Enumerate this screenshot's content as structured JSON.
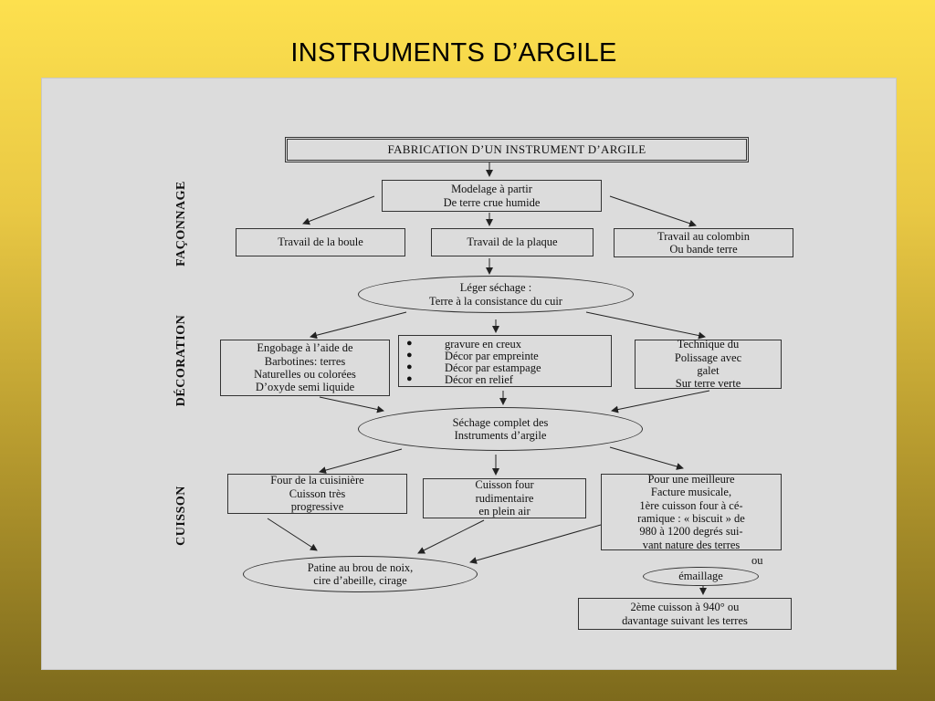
{
  "slide": {
    "title": "INSTRUMENTS D’ARGILE"
  },
  "diagram": {
    "sections": {
      "faconnage": "FAÇONNAGE",
      "decoration": "DÉCORATION",
      "cuisson": "CUISSON"
    },
    "header": "FABRICATION D’UN INSTRUMENT D’ARGILE",
    "modelage": "Modelage à partir\nDe terre crue humide",
    "travail_boule": "Travail de la boule",
    "travail_plaque": "Travail de la plaque",
    "travail_colombin": "Travail au colombin\nOu bande  terre",
    "leger_sechage": "Léger séchage :\nTerre à la consistance du cuir",
    "engobage": "Engobage à l’aide de\nBarbotines: terres\nNaturelles ou colorées\nD’oxyde semi liquide",
    "decor_items": [
      "gravure en creux",
      "Décor par empreinte",
      "Décor par estampage",
      "Décor en relief"
    ],
    "polissage": "Technique du\nPolissage avec\ngalet\nSur terre verte",
    "sechage_complet": "Séchage complet des\nInstruments d’argile",
    "four_cuisiniere": "Four de la cuisinière\nCuisson très\nprogressive",
    "cuisson_four": "Cuisson four\nrudimentaire\nen plein air",
    "meilleure_facture": "Pour une meilleure\nFacture musicale,\n1ère cuisson four à cé-\nramique : « biscuit » de\n980 à 1200 degrés sui-\nvant nature des terres",
    "ou": "ou",
    "patine": "Patine au brou de noix,\ncire d’abeille, cirage",
    "emaillage": "émaillage",
    "deuxieme_cuisson": "2ème cuisson à 940° ou\ndavantage suivant les terres"
  }
}
